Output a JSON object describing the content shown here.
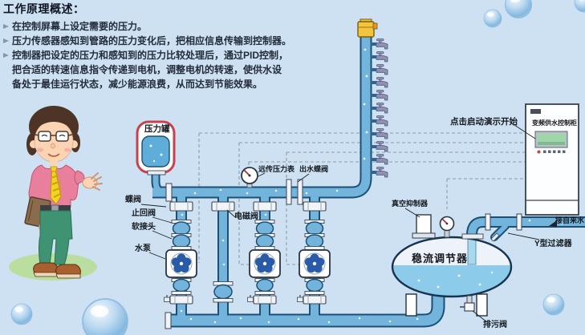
{
  "intro": {
    "title": "工作原理概述：",
    "bullets": [
      {
        "lines": [
          "在控制屏幕上设定需要的压力。"
        ]
      },
      {
        "lines": [
          "压力传感器感知到管路的压力变化后，把相应信息传输到控制器。"
        ]
      },
      {
        "lines": [
          "控制器把设定的压力和感知到的压力比较处理后，通过PID控制，",
          "把合适的转速信息指令传递到电机，调整电机的转速，使供水设",
          "备处于最佳运行状态，减少能源浪费，从而达到节能效果。"
        ]
      }
    ]
  },
  "diagram": {
    "labels": {
      "pressure_tank": "压力罐",
      "butterfly_valve": "蝶阀",
      "check_valve": "止回阀",
      "soft_joint": "软接头",
      "water_pump": "水泵",
      "remote_pressure_gauge": "远传压力表",
      "outlet_butterfly_valve": "出水蝶阀",
      "solenoid_valve": "电磁阀",
      "vacuum_suppressor": "真空抑制器",
      "flow_regulator": "稳流调节器",
      "y_filter": "Y型过滤器",
      "tap_water_inlet": "接自来水",
      "drain_valve": "排污阀"
    },
    "cabinet": {
      "name": "变频供水控制柜",
      "demo_start": "点击启动演示开始"
    }
  },
  "colors": {
    "bg": "#cde1f2",
    "pipe": "#72b4db",
    "pipe-outline": "#1d4f74",
    "tank-water": "#8ccbe9",
    "accent-red": "#c8414f",
    "impeller": "#2a5ba9",
    "lcd": "#9fd6a9",
    "ink": "#1c2430"
  }
}
